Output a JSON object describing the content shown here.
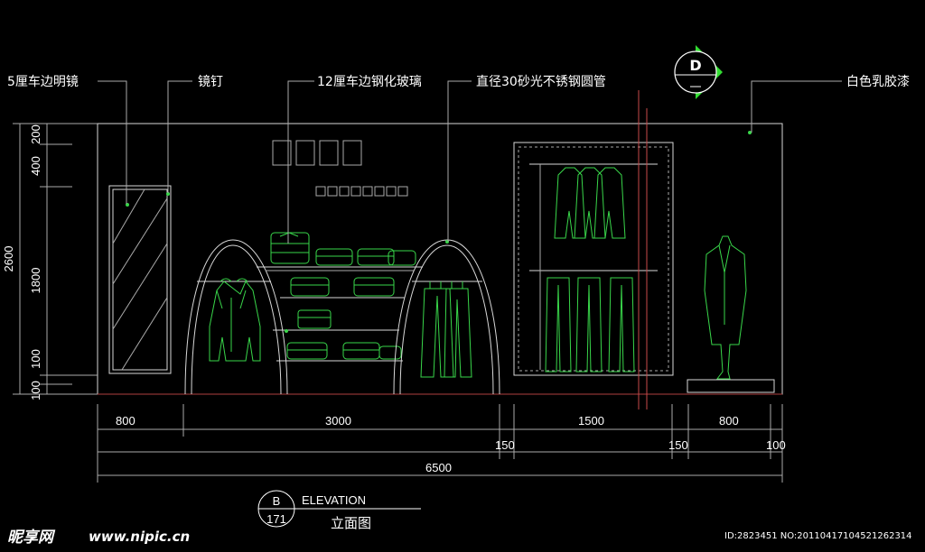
{
  "callouts": {
    "mirror": "5厘车边明镜",
    "nail": "镜钉",
    "glass": "12厘车边钢化玻璃",
    "tube": "直径30砂光不锈钢圆管",
    "paint": "白色乳胶漆"
  },
  "section_marker": {
    "letter": "D"
  },
  "vertical_dims": {
    "total": "2600",
    "d200": "200",
    "d400": "400",
    "d1800": "1800",
    "d100a": "100",
    "d100b": "100"
  },
  "horizontal_dims": {
    "d800a": "800",
    "d3000": "3000",
    "d1500": "1500",
    "d800b": "800",
    "d150a": "150",
    "d150b": "150",
    "d100": "100",
    "total": "6500"
  },
  "title_block": {
    "sheet_letter": "B",
    "sheet_number": "171",
    "title_en": "ELEVATION",
    "title_cn": "立面图"
  },
  "watermark": {
    "logo": "昵享网",
    "site": "www.nipic.cn",
    "id_text": "ID:2823451 NO:20110417104521262314"
  },
  "colors": {
    "line": "#d8d8d8",
    "furniture": "#39d64a",
    "text": "#ffffff",
    "arrow": "#33dd33"
  }
}
